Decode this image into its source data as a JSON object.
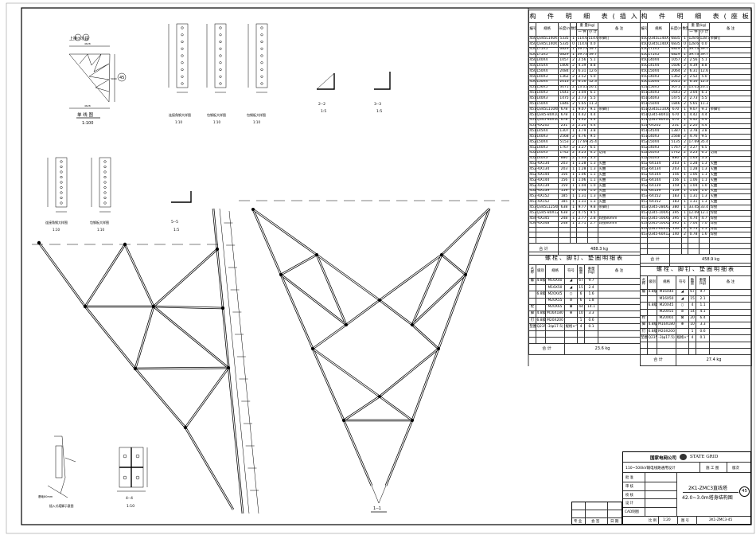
{
  "sheet": {
    "views": {
      "single_line_title": "单 线 图",
      "single_line_scale": "1:100",
      "upper_connect": "上接⑦⑬段",
      "segment_no": "45",
      "dim_top": "4628",
      "dim_bottom": "4628",
      "dim_height": "5000",
      "detail1_title": "连接角钢大样图",
      "detail1_scale": "1:10",
      "detail2_title": "包钢板大样图",
      "detail2_scale": "1:10",
      "detail3_title": "包钢板大样图",
      "detail3_scale": "1:10",
      "detail4_title": "连接角钢大样图",
      "detail4_scale": "1:10",
      "detail5_title": "包钢板大样图",
      "detail5_scale": "1:10",
      "section22": "2--2",
      "section22_scale": "1:5",
      "section33": "3--3",
      "section33_scale": "1:5",
      "section55": "5--5",
      "section55_scale": "1:5",
      "section11": "1--1",
      "section44": "4--4",
      "section44_scale": "1:10",
      "footing_title": "插入式塔脚示意图",
      "footing_note": "基础80mm"
    },
    "member_table_left": {
      "title": "构 件 明 细 表(插入式)",
      "headers": {
        "no": "编号",
        "spec": "规格",
        "length": "长度(mm)",
        "qty": "数量",
        "weight": "重 量(kg)",
        "each": "一 件",
        "subtotal": "小 计",
        "note": "备 注"
      },
      "rows": [
        [
          "4501A",
          "Q345L140X10",
          "5335",
          "1",
          "114.64",
          "114.6",
          "带脚钉"
        ],
        [
          "4502A",
          "Q345L140X10",
          "5335",
          "0",
          "114.64",
          "0.0",
          ""
        ],
        [
          "4503",
          "L75X5",
          "6829",
          "1",
          "39.73",
          "39.7",
          ""
        ],
        [
          "4504",
          "L75X5",
          "6829",
          "1",
          "39.73",
          "39.7",
          ""
        ],
        [
          "4505",
          "L40X4",
          "1057",
          "2",
          "2.56",
          "5.1",
          ""
        ],
        [
          "4506",
          "L45X4",
          "1806",
          "2",
          "4.39",
          "8.8",
          ""
        ],
        [
          "4507",
          "L50X4",
          "2084",
          "2",
          "6.31",
          "12.6",
          ""
        ],
        [
          "4508",
          "L40X3",
          "1362",
          "2",
          "2.52",
          "5.0",
          ""
        ],
        [
          "4509",
          "L50X4",
          "2013",
          "2",
          "6.16",
          "12.3",
          ""
        ],
        [
          "4510",
          "L56X5",
          "3071",
          "2",
          "13.05",
          "26.1",
          ""
        ],
        [
          "4511",
          "L40X3",
          "1643",
          "2",
          "3.04",
          "6.1",
          ""
        ],
        [
          "4512",
          "L40X3",
          "1475",
          "2",
          "2.73",
          "5.5",
          ""
        ],
        [
          "4513",
          "L50X4",
          "1846",
          "2",
          "5.65",
          "11.3",
          ""
        ],
        [
          "4514",
          "Q345L110X8",
          "678",
          "1",
          "9.07",
          "9.1",
          "带脚钉"
        ],
        [
          "4515",
          "Q345-80X105",
          "678",
          "1",
          "4.42",
          "4.4",
          ""
        ],
        [
          "4516",
          "Q345-80X105",
          "678",
          "1",
          "4.42",
          "4.4",
          ""
        ],
        [
          "4517",
          "-6X202",
          "231",
          "2",
          "2.20",
          "4.4",
          ""
        ],
        [
          "4518",
          "L45X4",
          "1307",
          "1",
          "3.79",
          "3.8",
          ""
        ],
        [
          "4519",
          "L40X3",
          "2568",
          "2",
          "4.76",
          "9.5",
          ""
        ],
        [
          "4520",
          "L50X4",
          "5153",
          "2",
          "17.69",
          "35.4",
          ""
        ],
        [
          "4521",
          "L40X3",
          "1767",
          "2",
          "3.27",
          "6.5",
          ""
        ],
        [
          "4522",
          "L40X3",
          "1742",
          "2",
          "3.23",
          "6.5",
          "切角"
        ],
        [
          "4523",
          "L40X3",
          "880",
          "2",
          "1.63",
          "3.3",
          ""
        ],
        [
          "4524",
          "-6X134",
          "203",
          "1",
          "1.28",
          "1.3",
          "火曲"
        ],
        [
          "4525",
          "-6X134",
          "203",
          "1",
          "1.28",
          "1.3",
          "火曲"
        ],
        [
          "4526",
          "-6X144",
          "156",
          "1",
          "1.06",
          "1.1",
          "火曲"
        ],
        [
          "4527",
          "-6X144",
          "156",
          "1",
          "1.06",
          "1.1",
          "火曲"
        ],
        [
          "4528",
          "-6X139",
          "159",
          "1",
          "1.04",
          "1.0",
          "火曲"
        ],
        [
          "4529",
          "-6X139",
          "159",
          "1",
          "1.04",
          "1.0",
          "火曲"
        ],
        [
          "4530",
          "-6X152",
          "185",
          "1",
          "1.31",
          "1.3",
          "火曲"
        ],
        [
          "4531",
          "-6X152",
          "185",
          "1",
          "1.31",
          "1.3",
          "火曲"
        ],
        [
          "4538",
          "Q345L125X8",
          "638",
          "1",
          "9.77",
          "9.8",
          "带脚钉"
        ],
        [
          "4539",
          "Q345-80X120",
          "638",
          "2",
          "4.75",
          "9.5",
          ""
        ],
        [
          "4540",
          "-6X345",
          "248",
          "1",
          "2.77",
          "2.8",
          "焊接80mm"
        ],
        [
          "4541",
          "-6X348",
          "248",
          "1",
          "2.71",
          "2.7",
          "焊接80mm"
        ]
      ],
      "total_label": "合 计",
      "total": "488.3 kg"
    },
    "member_table_right": {
      "title": "构 件 明 细 表(座板式)",
      "headers": {
        "no": "编号",
        "spec": "规格",
        "length": "长度(mm)",
        "qty": "数量",
        "weight": "重 量(kg)",
        "each": "一 件",
        "subtotal": "小 计",
        "note": "备 注"
      },
      "rows": [
        [
          "4501",
          "Q345L140X10",
          "6835",
          "1",
          "128.68",
          "128.7",
          "带脚钉"
        ],
        [
          "4502",
          "Q345L140X10",
          "6835",
          "0",
          "128.68",
          "0.0",
          ""
        ],
        [
          "4503",
          "L75X5",
          "6829",
          "1",
          "39.73",
          "39.7",
          ""
        ],
        [
          "4504",
          "L75X5",
          "6829",
          "1",
          "39.73",
          "39.7",
          ""
        ],
        [
          "4505",
          "L40X4",
          "1057",
          "2",
          "2.56",
          "5.1",
          ""
        ],
        [
          "4506",
          "L45X4",
          "1606",
          "2",
          "4.39",
          "8.8",
          ""
        ],
        [
          "4507",
          "L50X4",
          "2064",
          "2",
          "6.31",
          "12.6",
          ""
        ],
        [
          "4508",
          "L40X3",
          "1362",
          "2",
          "2.52",
          "5.0",
          ""
        ],
        [
          "4509",
          "L50X4",
          "2015",
          "2",
          "6.16",
          "12.3",
          ""
        ],
        [
          "4510",
          "L56X5",
          "3071",
          "2",
          "13.05",
          "26.1",
          ""
        ],
        [
          "4511",
          "L40X3",
          "1643",
          "2",
          "3.04",
          "6.1",
          ""
        ],
        [
          "4512",
          "L40X3",
          "1475",
          "2",
          "2.73",
          "5.5",
          ""
        ],
        [
          "4513",
          "L50X4",
          "1846",
          "2",
          "5.65",
          "11.3",
          ""
        ],
        [
          "4514",
          "Q345L110X8",
          "670",
          "1",
          "9.07",
          "9.1",
          "带脚钉"
        ],
        [
          "4515",
          "Q345-80X105",
          "670",
          "1",
          "4.42",
          "4.4",
          ""
        ],
        [
          "4516",
          "Q345-80X105",
          "670",
          "1",
          "4.42",
          "4.4",
          ""
        ],
        [
          "4517",
          "-6X202",
          "231",
          "2",
          "2.20",
          "4.4",
          ""
        ],
        [
          "4518",
          "L45X4",
          "1387",
          "1",
          "3.78",
          "3.8",
          ""
        ],
        [
          "4519",
          "L40X3",
          "2568",
          "2",
          "4.76",
          "9.5",
          ""
        ],
        [
          "4520",
          "L50X4",
          "5135",
          "2",
          "17.69",
          "35.4",
          ""
        ],
        [
          "4521",
          "L40X3",
          "1767",
          "2",
          "3.27",
          "6.5",
          ""
        ],
        [
          "4522",
          "L40X3",
          "1742",
          "2",
          "3.23",
          "6.5",
          "切角"
        ],
        [
          "4523",
          "L40X3",
          "880",
          "2",
          "1.63",
          "3.3",
          ""
        ],
        [
          "4524",
          "-6X134",
          "203",
          "1",
          "1.28",
          "1.3",
          "火曲"
        ],
        [
          "4525",
          "-6X134",
          "203",
          "1",
          "1.28",
          "1.3",
          "火曲"
        ],
        [
          "4526",
          "-6X144",
          "156",
          "1",
          "1.06",
          "1.1",
          "火曲"
        ],
        [
          "4527",
          "-6X144",
          "156",
          "1",
          "1.06",
          "1.1",
          "火曲"
        ],
        [
          "4528",
          "-6X139",
          "159",
          "1",
          "1.04",
          "1.0",
          "火曲"
        ],
        [
          "4529",
          "-6X139",
          "159",
          "1",
          "1.04",
          "1.0",
          "火曲"
        ],
        [
          "4530",
          "-6X152",
          "183",
          "1",
          "1.31",
          "1.3",
          "火曲"
        ],
        [
          "4531",
          "-6X152",
          "183",
          "1",
          "1.31",
          "1.3",
          "火曲"
        ],
        [
          "4532",
          "Q345-280X360",
          "380",
          "1",
          "33.45",
          "33.4",
          "焊接"
        ],
        [
          "4533",
          "Q345-100X380",
          "395",
          "1",
          "12.09",
          "12.1",
          "焊接"
        ],
        [
          "4534",
          "Q345-100X153",
          "395",
          "1",
          "4.74",
          "4.7",
          "焊接"
        ],
        [
          "4535",
          "Q345-100X227",
          "395",
          "1",
          "7.04",
          "7.0",
          "焊接"
        ],
        [
          "4536",
          "Q345-60X120",
          "130",
          "2",
          "0.73",
          "1.5",
          "焊接"
        ],
        [
          "4537",
          "Q345-60X120",
          "140",
          "2",
          "0.78",
          "1.6",
          "焊接"
        ]
      ],
      "total_label": "合 计",
      "total": "458.9 kg"
    },
    "bolt_table_left": {
      "title": "螺栓、脚钉、垫圈明细表",
      "headers": {
        "name": "名称",
        "grade": "级别",
        "spec": "规格",
        "symbol": "符号",
        "qty": "数量",
        "weight": "重量(kg)",
        "note": "备 注"
      },
      "rows": [
        [
          "螺",
          "4.8级",
          "M16X40",
          "◢",
          "67",
          "9.7"
        ],
        [
          "",
          "",
          "M16X50",
          "◢",
          "15",
          "2.4"
        ],
        [
          "",
          "6.8级",
          "M20X45",
          "○",
          "6",
          "1.6"
        ],
        [
          "",
          "",
          "M20X55",
          "⊘",
          "6",
          "1.8"
        ],
        [
          "栓",
          "",
          "M20X65",
          "⊠",
          "44",
          "14.1"
        ],
        [
          "脚",
          "4.8级",
          "M16X180",
          "⊕",
          "10",
          "3.3"
        ],
        [
          "钉",
          "6.8级",
          "M20X200",
          "",
          "1",
          "0.6"
        ],
        [
          "垫圈",
          "Q235",
          "-3(φ17.5)",
          "规格×个数",
          "4",
          "0.1"
        ]
      ],
      "total_label": "合 计",
      "total": "23.6 kg"
    },
    "bolt_table_right": {
      "title": "螺栓、脚钉、垫圈明细表",
      "headers": {
        "name": "名称",
        "grade": "级别",
        "spec": "规格",
        "symbol": "符号",
        "qty": "数量",
        "weight": "重量(kg)",
        "note": "备 注"
      },
      "rows": [
        [
          "螺",
          "4.8级",
          "M16X40",
          "◢",
          "67",
          "9.7"
        ],
        [
          "",
          "",
          "M16X50",
          "◢",
          "15",
          "2.1"
        ],
        [
          "",
          "6.8级",
          "M20X45",
          "○",
          "4",
          "1.1"
        ],
        [
          "",
          "",
          "M20X55",
          "⊘",
          "14",
          "4.1"
        ],
        [
          "栓",
          "",
          "M20X65",
          "⊠",
          "20",
          "6.4"
        ],
        [
          "脚",
          "4.8级",
          "M16X180",
          "⊕",
          "10",
          "3.3"
        ],
        [
          "钉",
          "6.8级",
          "M20X200",
          "",
          "1",
          "0.6"
        ],
        [
          "垫圈",
          "Q235",
          "-3(φ17.5)",
          "规格×个数",
          "4",
          "0.1"
        ]
      ],
      "total_label": "合 计",
      "total": "27.4 kg"
    },
    "title_block": {
      "company": "国家电网公司",
      "brand": "STATE GRID",
      "project": "110~500kV输电线路通用设计",
      "stage": "施 工 图",
      "version": "版次",
      "roles": [
        "批 准",
        "审 核",
        "校 核",
        "设 计",
        "CAD制图"
      ],
      "drawing_title_1": "2K1-ZMC3直线塔",
      "drawing_title_2": "42.0~3.0m塔身结构图",
      "segment": "45",
      "scale_label": "比 例",
      "scale": "1:20",
      "drawing_no_label": "图 号",
      "drawing_no": "2K1-ZMC3-45"
    },
    "countersign": {
      "discipline": "专 业",
      "sign": "会 签",
      "date": "日 期"
    }
  }
}
